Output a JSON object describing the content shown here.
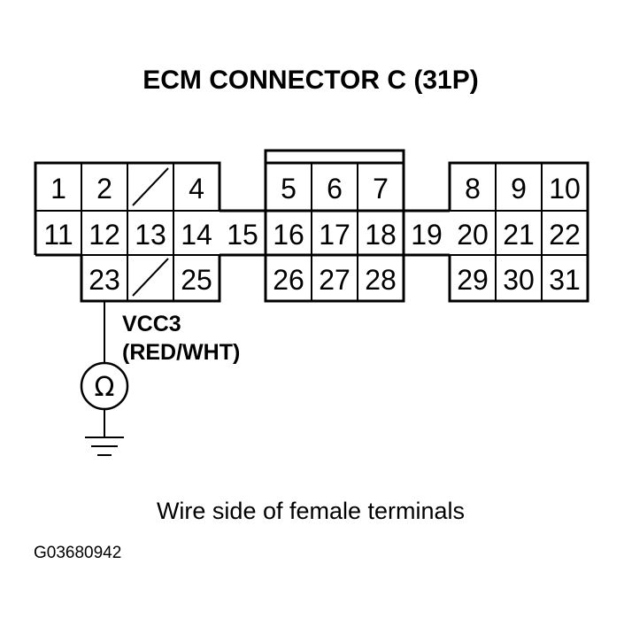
{
  "title": "ECM CONNECTOR C (31P)",
  "terminals": {
    "t1": "1",
    "t2": "2",
    "t4": "4",
    "t5": "5",
    "t6": "6",
    "t7": "7",
    "t8": "8",
    "t9": "9",
    "t10": "10",
    "t11": "11",
    "t12": "12",
    "t13": "13",
    "t14": "14",
    "t15": "15",
    "t16": "16",
    "t17": "17",
    "t18": "18",
    "t19": "19",
    "t20": "20",
    "t21": "21",
    "t22": "22",
    "t23": "23",
    "t25": "25",
    "t26": "26",
    "t27": "27",
    "t28": "28",
    "t29": "29",
    "t30": "30",
    "t31": "31"
  },
  "wire": {
    "signal": "VCC3",
    "color": "(RED/WHT)"
  },
  "meter_symbol": "Ω",
  "caption": "Wire side of female terminals",
  "figure_code": "G03680942"
}
